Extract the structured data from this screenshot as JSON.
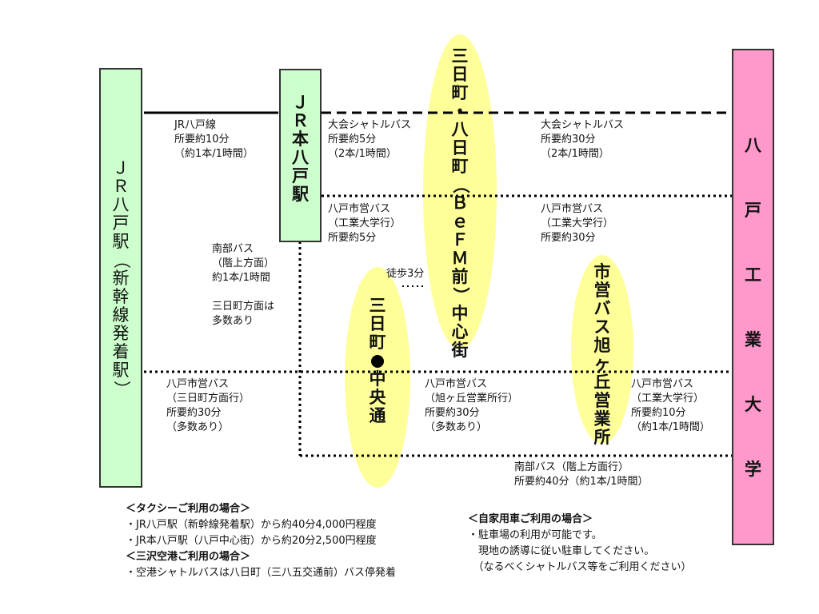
{
  "nodes": {
    "jr_hachinohe": "ＪＲ八戸駅（新幹線発着駅）",
    "jr_hon_hachinohe": "ＪＲ本八戸駅",
    "hachinohe_it": "八戸工業大学",
    "mikkamachi_center": "三日町・八日町（ＢｅＦＭ前）中心街",
    "mikkamachi_chuodori": "三日町●中央通",
    "shiei_bus_office": "市営バス旭ヶ丘営業所"
  },
  "labels": {
    "jr_line": [
      "JR八戸線",
      "所要約10分",
      "（約1本/1時間）"
    ],
    "shuttle_1": [
      "大会シャトルバス",
      "所要約5分",
      "（2本/1時間）"
    ],
    "shuttle_2": [
      "大会シャトルバス",
      "所要約30分",
      "（2本/1時間）"
    ],
    "city_bus_1": [
      "八戸市営バス",
      "（工業大学行）",
      "所要約5分"
    ],
    "city_bus_2": [
      "八戸市営バス",
      "（工業大学行）",
      "所要約30分"
    ],
    "nanbu_bus": [
      "南部バス",
      "（階上方面）",
      "約1本/1時間",
      "",
      "三日町方面は",
      "多数あり"
    ],
    "walk": "徒歩3分",
    "city_bus_3": [
      "八戸市営バス",
      "（三日町方面行）",
      "所要約30分",
      "（多数あり）"
    ],
    "city_bus_4": [
      "八戸市営バス",
      "（旭ヶ丘営業所行）",
      "所要約30分",
      "（多数あり）"
    ],
    "city_bus_5": [
      "八戸市営バス",
      "（工業大学行）",
      "所要約10分",
      "（約1本/1時間）"
    ],
    "nanbu_bus_2": [
      "南部バス（階上方面行）",
      "所要約40分（約1本/1時間）"
    ]
  },
  "notes_left": [
    "＜タクシーご利用の場合＞",
    "・JR八戸駅（新幹線発着駅）から約40分4,000円程度",
    "・JR本八戸駅（八戸中心街）から約20分2,500円程度",
    "＜三沢空港ご利用の場合＞",
    "・空港シャトルバスは八日町（三八五交通前）バス停発着"
  ],
  "notes_right": [
    "＜自家用車ご利用の場合＞",
    "・駐車場の利用が可能です。",
    "　現地の誘導に従い駐車してください。",
    "　（なるべくシャトルバス等をご利用ください）"
  ],
  "colors": {
    "station_fill": "#ccffcc",
    "university_fill": "#ff99cc",
    "ellipse_fill": "#ffff99",
    "line": "#000000"
  }
}
